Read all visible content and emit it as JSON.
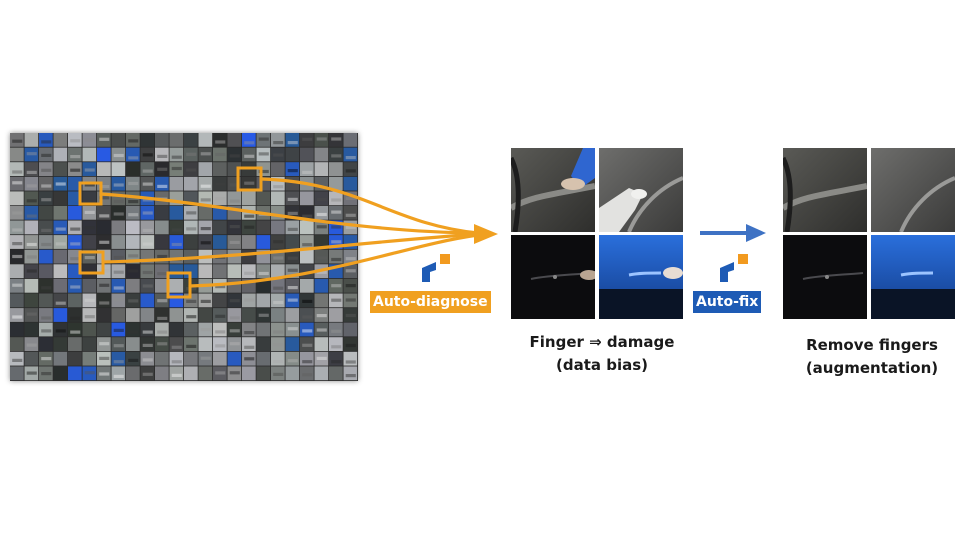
{
  "labels": {
    "auto_diagnose": "Auto-diagnose",
    "auto_fix": "Auto-fix"
  },
  "captions": {
    "diagnosis_line1": "Finger ⇒ damage",
    "diagnosis_line2": "(data bias)",
    "fix_line1": "Remove fingers",
    "fix_line2": "(augmentation)"
  },
  "colors": {
    "orange": "#f0a020",
    "blue": "#1e5bb5",
    "logo_orange": "#f29a1f",
    "logo_blue": "#1e5bb5"
  },
  "icons": {
    "logo": "logo-icon",
    "arrow": "arrow-right-icon"
  }
}
